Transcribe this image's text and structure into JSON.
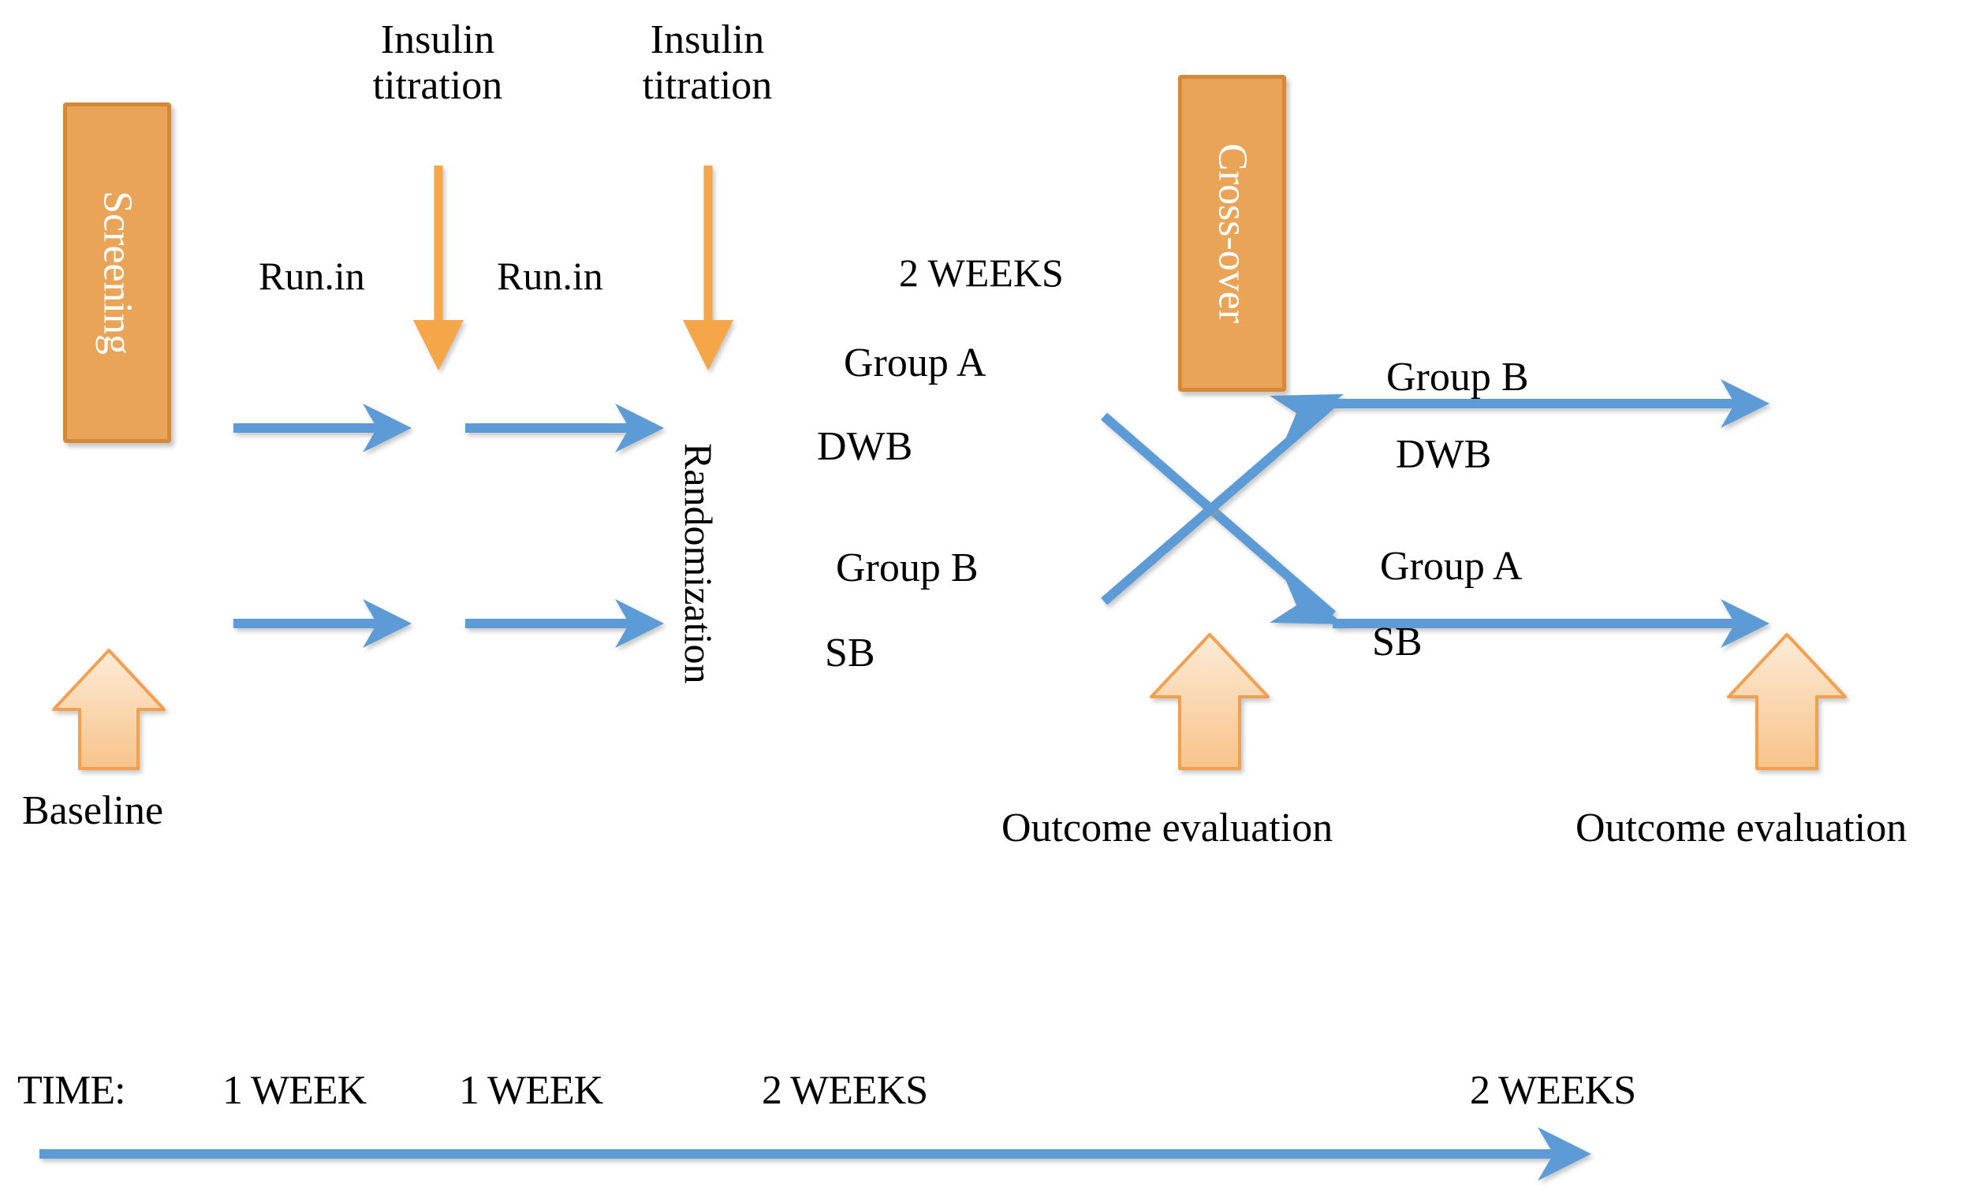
{
  "diagram": {
    "title": "Cross-over study design schematic",
    "colors": {
      "box_fill": "#E9A457",
      "box_border": "#D4883A",
      "box_text": "#FFFFFF",
      "blue_arrow": "#5B9BD5",
      "orange_arrow_line": "#F3A council",
      "titration_arrow": "#F4A64A",
      "block_arrow_fill_top": "#FDE2C4",
      "block_arrow_fill_bottom": "#F8C894",
      "block_arrow_border": "#F0A050",
      "text": "#000000",
      "background": "#FFFFFF"
    },
    "boxes": [
      {
        "id": "screening",
        "label": "Screening"
      },
      {
        "id": "crossover",
        "label": "Cross-over"
      }
    ],
    "randomization_label": "Randomization",
    "titrations": [
      {
        "id": "titration-1",
        "label_line1": "Insulin",
        "label_line2": "titration"
      },
      {
        "id": "titration-2",
        "label_line1": "Insulin",
        "label_line2": "titration"
      }
    ],
    "runin_labels": [
      {
        "id": "runin-1",
        "label": "Run.in"
      },
      {
        "id": "runin-2",
        "label": "Run.in"
      }
    ],
    "period_label": "2 WEEKS",
    "arms": {
      "period1_top": {
        "group": "Group A",
        "treatment": "DWB"
      },
      "period1_bottom": {
        "group": "Group B",
        "treatment": "SB"
      },
      "period2_top": {
        "group": "Group B",
        "treatment": "DWB"
      },
      "period2_bottom": {
        "group": "Group A",
        "treatment": "SB"
      }
    },
    "markers": [
      {
        "id": "baseline",
        "label": "Baseline"
      },
      {
        "id": "outcome-eval-1",
        "label": "Outcome evaluation"
      },
      {
        "id": "outcome-eval-2",
        "label": "Outcome evaluation"
      }
    ],
    "timeline": {
      "heading": "TIME:",
      "ticks": [
        {
          "id": "tick-1",
          "label": "1 WEEK"
        },
        {
          "id": "tick-2",
          "label": "1 WEEK"
        },
        {
          "id": "tick-3",
          "label": "2 WEEKS"
        },
        {
          "id": "tick-4",
          "label": "2 WEEKS"
        }
      ]
    }
  }
}
